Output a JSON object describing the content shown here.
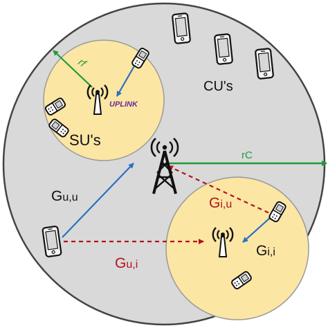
{
  "diagram": {
    "labels": {
      "small_cell_radius": "rf",
      "macro_radius": "rC",
      "uplink": "UPLINK",
      "small_cell_users": "SU's",
      "cellular_users": "CU's",
      "gain_uu": {
        "base": "G",
        "sub": "u,u"
      },
      "gain_iu": {
        "base": "G",
        "sub": "i,u"
      },
      "gain_ui": {
        "base": "G",
        "sub": "u,i"
      },
      "gain_ii": {
        "base": "G",
        "sub": "i,i"
      }
    },
    "colors": {
      "macro_cell_fill": "#d9d9d9",
      "macro_cell_stroke": "#444444",
      "small_cell_fill": "#fbe6a4",
      "small_cell_stroke": "#9a9a9a",
      "green_arrow": "#1f9a3a",
      "blue_arrow": "#2a6fc2",
      "red_dashed": "#b3121b",
      "uplink_text": "#6a2a96"
    },
    "icons": {
      "macro_bs": "macro-tower-icon",
      "small_bs": "small-cell-antenna-icon",
      "smartphone": "smartphone-icon",
      "flip_phone": "flip-phone-icon"
    }
  }
}
